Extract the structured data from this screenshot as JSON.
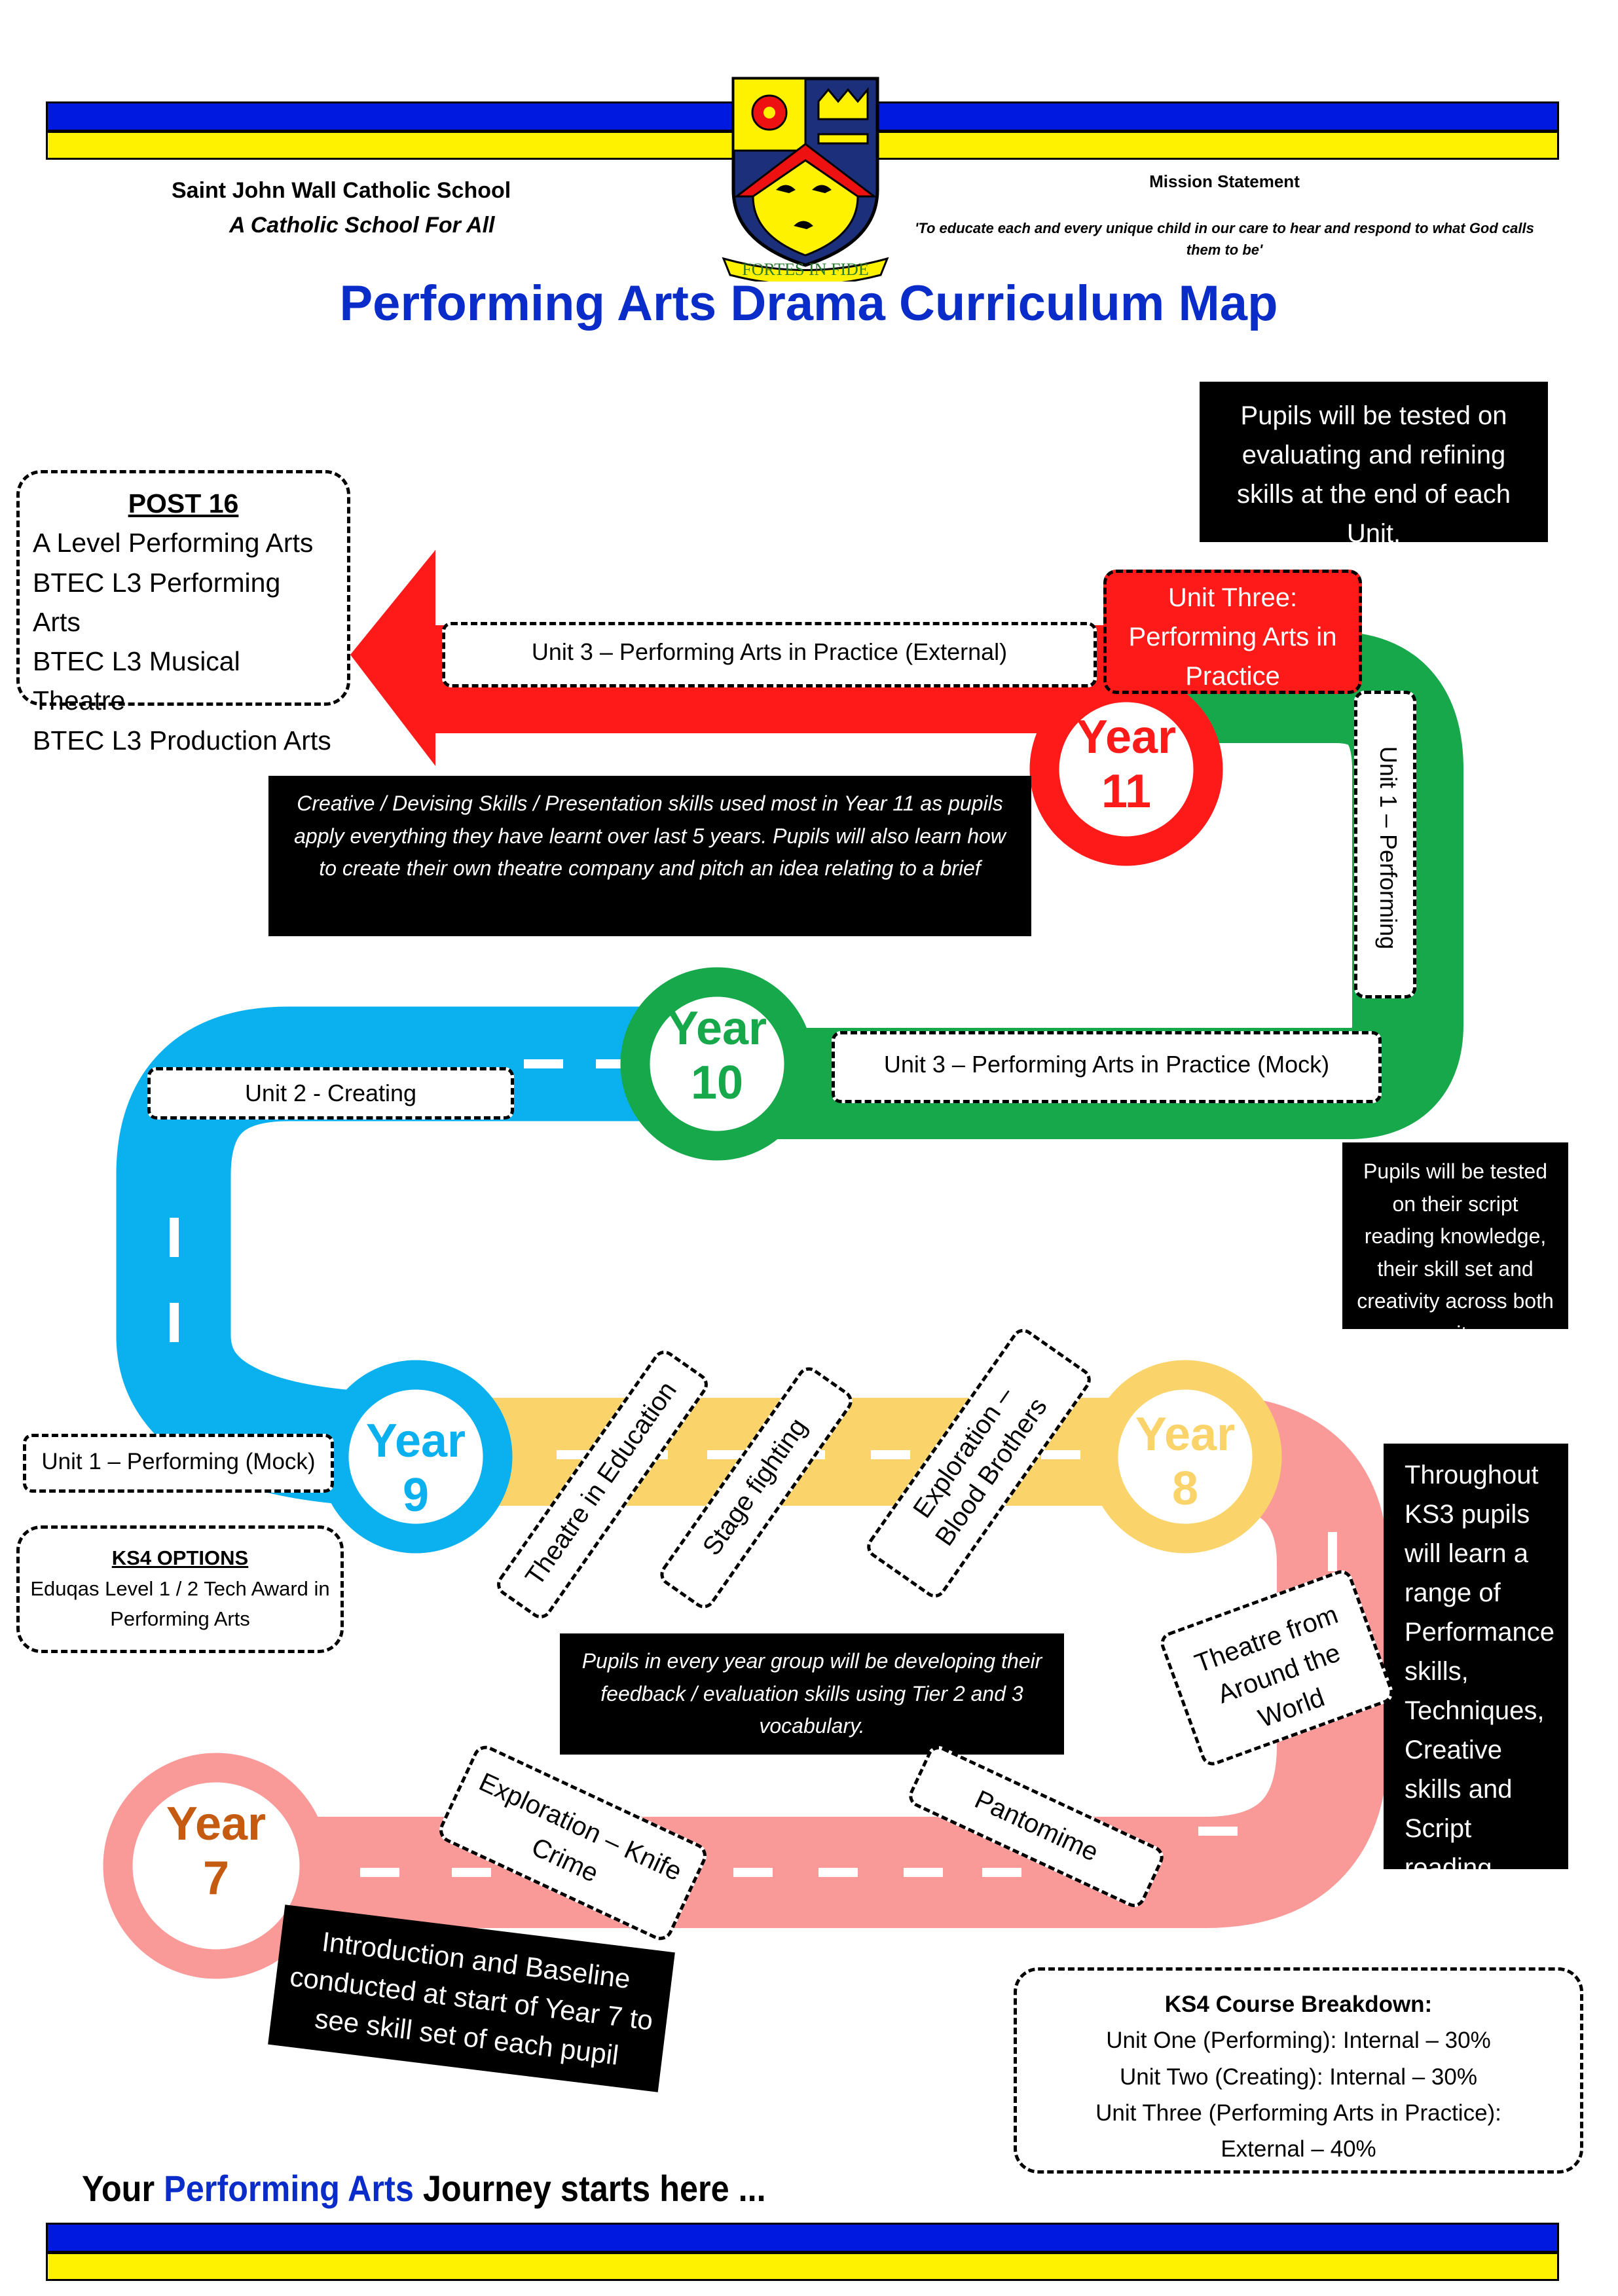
{
  "header": {
    "school_name": "Saint John Wall Catholic School",
    "school_tagline": "A Catholic School For All",
    "mission_title": "Mission Statement",
    "mission_text": "'To educate each and every unique child in our care to hear and respond to what God calls them to be'",
    "crest_motto": "FORTES IN FIDE",
    "page_title": "Performing Arts Drama Curriculum Map"
  },
  "colors": {
    "blue_bar": "#0019e0",
    "yellow_bar": "#fff200",
    "title_blue": "#0a2cc9",
    "year11_red": "#ff1a1a",
    "year10_green": "#16a84a",
    "year9_blue": "#0bb0ee",
    "year8_yellow": "#fad46a",
    "year7_pink": "#f99a98",
    "year7_orange": "#c55a11"
  },
  "boxes": {
    "top_note": "Pupils will be tested on evaluating and refining skills at the end of each Unit.",
    "post16_title": "POST 16",
    "post16_items": [
      "A Level Performing Arts",
      "BTEC L3 Performing Arts",
      "BTEC L3 Musical Theatre",
      "BTEC L3 Production Arts"
    ],
    "unit3_external": "Unit 3 – Performing Arts in Practice (External)",
    "unit_three_title": "Unit Three: Performing Arts in Practice",
    "unit1_performing_vertical": "Unit 1 – Performing",
    "year11_note": "Creative / Devising Skills / Presentation skills used most in Year 11 as pupils apply everything they have learnt over last 5 years. Pupils will also learn how to create their own theatre company and pitch an idea relating to a brief",
    "unit2_creating": "Unit 2 - Creating",
    "unit3_mock": "Unit 3 – Performing Arts in Practice (Mock)",
    "script_note": "Pupils will be tested on their script reading knowledge, their skill set and creativity across both units",
    "unit1_mock": "Unit 1 – Performing (Mock)",
    "ks4_options_title": "KS4 OPTIONS",
    "ks4_options_text": "Eduqas Level 1 / 2 Tech Award in Performing Arts",
    "theatre_in_education": "Theatre in Education",
    "stage_fighting": "Stage fighting",
    "blood_brothers": "Exploration – Blood Brothers",
    "ks3_note": "Throughout KS3 pupils will learn a range of Performance skills, Techniques, Creative skills and Script reading skills",
    "theatre_world": "Theatre from Around the World",
    "feedback_note": "Pupils in every year group will be developing their feedback / evaluation skills using Tier 2 and 3 vocabulary.",
    "knife_crime": "Exploration – Knife Crime",
    "pantomime": "Pantomime",
    "baseline_note": "Introduction and Baseline conducted at start of Year 7 to see skill set of each pupil",
    "ks4_breakdown_title": "KS4 Course Breakdown:",
    "ks4_breakdown_lines": [
      "Unit One (Performing): Internal – 30%",
      "Unit Two (Creating): Internal – 30%",
      "Unit Three (Performing Arts in Practice):",
      "External – 40%"
    ]
  },
  "years": {
    "y11": [
      "Year",
      "11"
    ],
    "y10": [
      "Year",
      "10"
    ],
    "y9": [
      "Year",
      "9"
    ],
    "y8": [
      "Year",
      "8"
    ],
    "y7": [
      "Year",
      "7"
    ]
  },
  "footer": {
    "part1": "Your ",
    "part2": "Performing Arts",
    "part3": " Journey starts here ..."
  }
}
